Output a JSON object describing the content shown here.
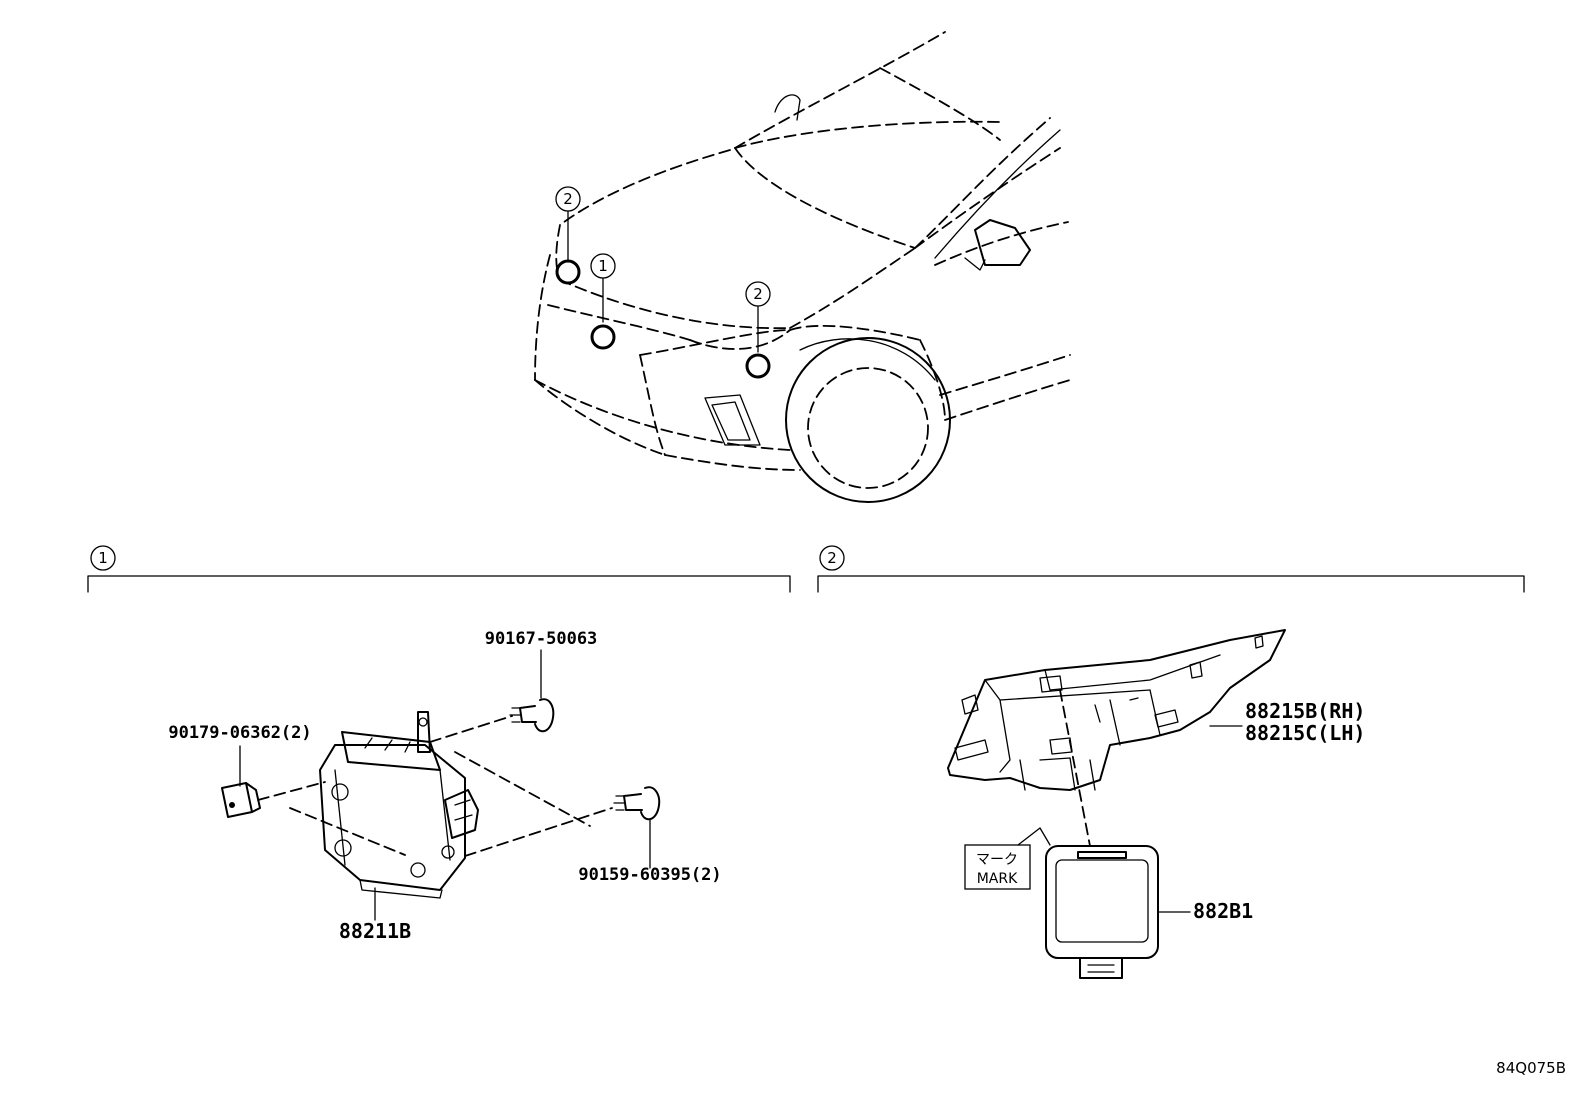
{
  "callouts": {
    "one": "1",
    "two": "2"
  },
  "section1": {
    "number": "1",
    "parts": {
      "bolt_upper": "90167-50063",
      "nut": "90179-06362(2)",
      "bolt_lower": "90159-60395(2)",
      "sensor": "88211B"
    }
  },
  "section2": {
    "number": "2",
    "parts": {
      "bracket_rh": "88215B(RH)",
      "bracket_lh": "88215C(LH)",
      "radar": "882B1"
    },
    "mark": {
      "jp": "マーク",
      "en": "MARK"
    }
  },
  "reference_code": "84Q075B"
}
